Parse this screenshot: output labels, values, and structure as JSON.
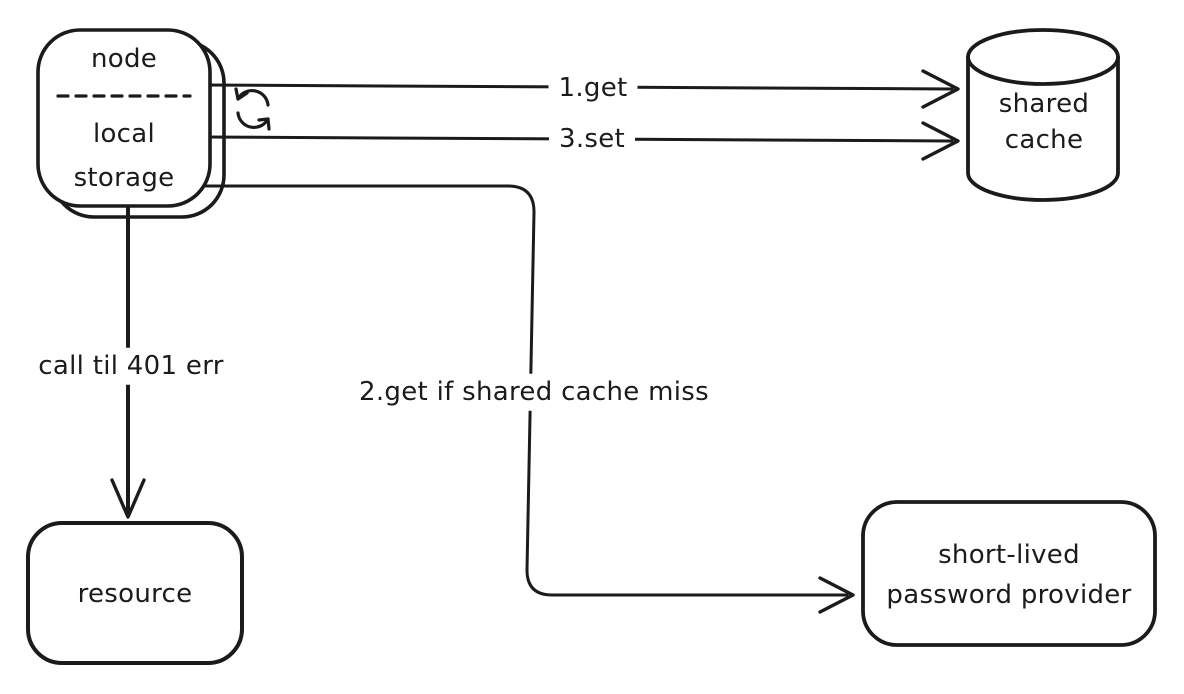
{
  "canvas": {
    "background": "#ffffff",
    "stroke_color": "#1b1b1b"
  },
  "nodes": {
    "node_storage": {
      "shape": "double-rounded-rect",
      "title": "node",
      "subtitle": "local storage",
      "lines": [
        "local",
        "storage"
      ]
    },
    "shared_cache": {
      "shape": "cylinder",
      "label": "shared cache",
      "lines": [
        "shared",
        "cache"
      ]
    },
    "resource": {
      "shape": "rounded-rect",
      "label": "resource"
    },
    "password_provider": {
      "shape": "rounded-rect",
      "label": "short-lived password provider",
      "lines": [
        "short-lived",
        "password provider"
      ]
    }
  },
  "edges": {
    "get": {
      "label": "1.get",
      "from": "node local storage",
      "to": "shared cache"
    },
    "set": {
      "label": "3.set",
      "from": "node local storage",
      "to": "shared cache"
    },
    "cache_miss": {
      "label": "2.get if shared cache miss",
      "from": "node local storage",
      "to": "short-lived password provider"
    },
    "call_resource": {
      "label": "call til 401 err",
      "from": "node local storage",
      "to": "resource"
    }
  },
  "icons": {
    "refresh": "refresh-icon"
  }
}
